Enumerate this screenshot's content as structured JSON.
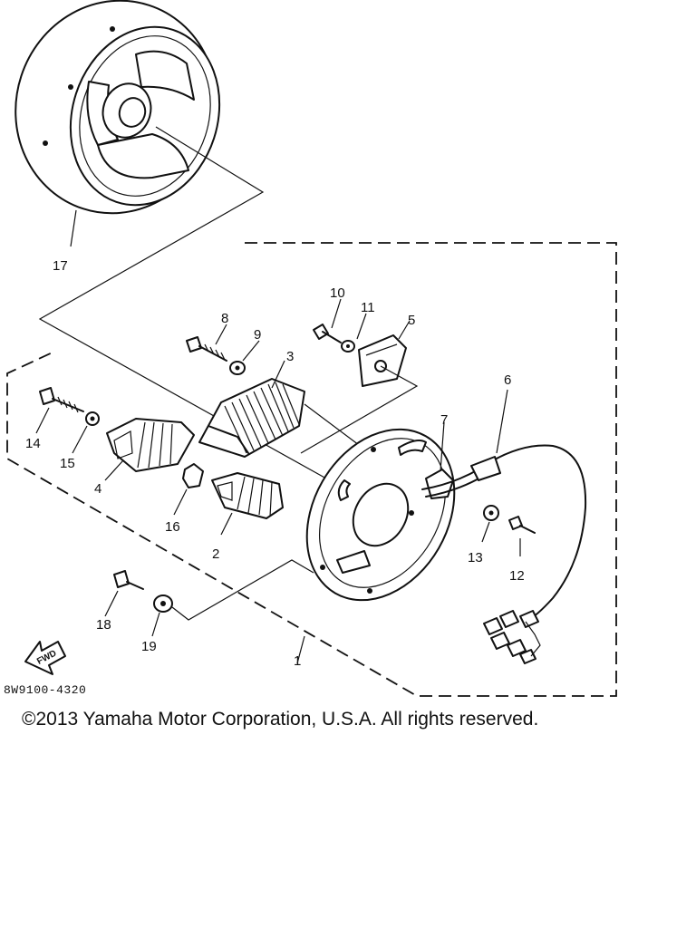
{
  "diagram": {
    "diagram_code": "8W9100-4320",
    "copyright": "©2013 Yamaha Motor Corporation, U.S.A. All rights reserved.",
    "direction_badge": "FWD",
    "callouts": {
      "c1": "1",
      "c2": "2",
      "c3": "3",
      "c4": "4",
      "c5": "5",
      "c6": "6",
      "c7": "7",
      "c8": "8",
      "c9": "9",
      "c10": "10",
      "c11": "11",
      "c12": "12",
      "c13": "13",
      "c14": "14",
      "c15": "15",
      "c16": "16",
      "c17": "17",
      "c18": "18",
      "c19": "19"
    }
  }
}
